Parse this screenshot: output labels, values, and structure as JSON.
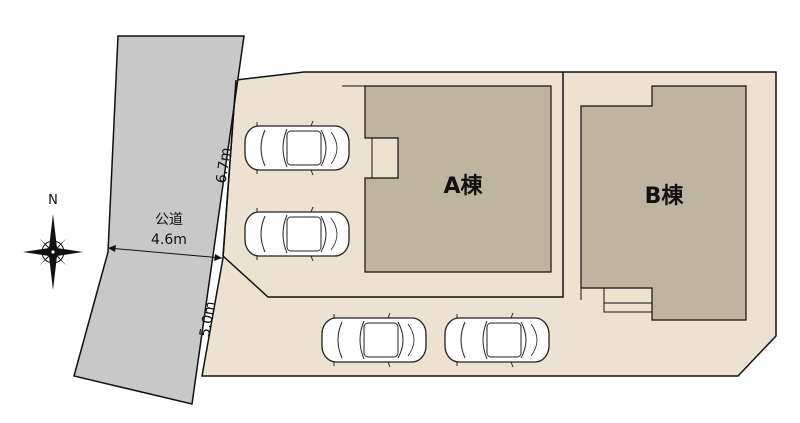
{
  "compass": {
    "north_label": "N",
    "icon": "compass-rose-icon"
  },
  "road": {
    "type_label": "公道",
    "width_label": "4.6m"
  },
  "frontage": {
    "upper_label": "6.7m",
    "lower_label": "5.0m"
  },
  "buildings": [
    {
      "id": "A",
      "label": "A棟"
    },
    {
      "id": "B",
      "label": "B棟"
    }
  ],
  "parking": {
    "car_icon": "car-icon",
    "spaces": 4
  },
  "colors": {
    "road": "#c8c8c9",
    "lot": "#ede1cf",
    "building": "#beb4a0",
    "outline": "#111111"
  }
}
